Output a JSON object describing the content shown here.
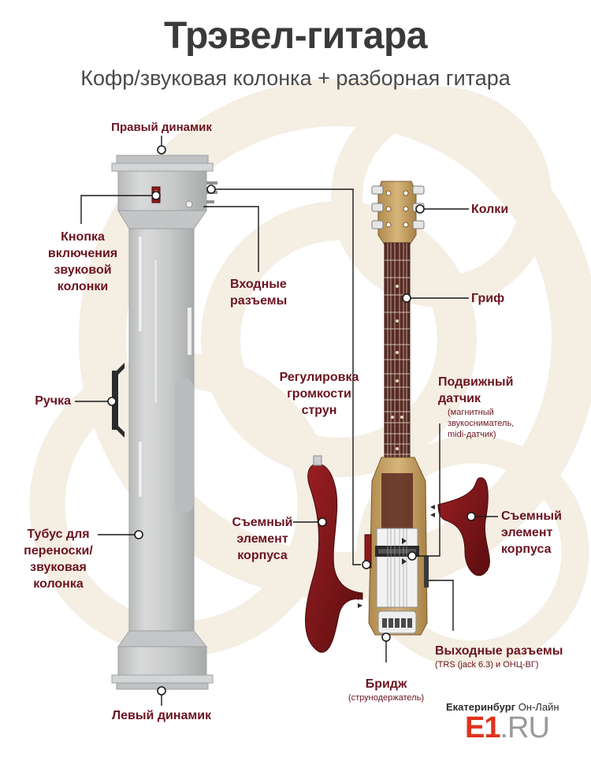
{
  "title": "Трэвел-гитара",
  "subtitle": "Кофр/звуковая колонка + разборная гитара",
  "labels": {
    "right_speaker": "Правый динамик",
    "power_button": "Кнопка\nвключения\nзвуковой\nколонки",
    "inputs": "Входные\nразъемы",
    "handle": "Ручка",
    "tube": "Тубус для\nпереноски/\nзвуковая\nколонка",
    "left_speaker": "Левый динамик",
    "tuners": "Колки",
    "neck": "Гриф",
    "volume": "Регулировка\nгромкости\nструн",
    "pickup": "Подвижный\nдатчик",
    "pickup_sub": "(магнитный\nзвукосниматель,\nmidi-датчик)",
    "body_left": "Съемный\nэлемент\nкорпуса",
    "body_right": "Съемный\nэлемент\nкорпуса",
    "outputs": "Выходные разъемы",
    "outputs_sub": "(TRS (jack 6.3) и ОНЦ-ВГ)",
    "bridge": "Бридж",
    "bridge_sub": "(струнодержатель)"
  },
  "logo": {
    "city": "Екатеринбург",
    "online": "Он-Лайн",
    "brand": "E1",
    "tld": ".RU"
  },
  "colors": {
    "accent": "#6b1420",
    "brand": "#e0321c",
    "wood": "#c7a46a",
    "fretboard": "#5a2a22",
    "body_red": "#7a1418",
    "tube": "#c9cbcc",
    "background_rings": "#f3ece0"
  }
}
